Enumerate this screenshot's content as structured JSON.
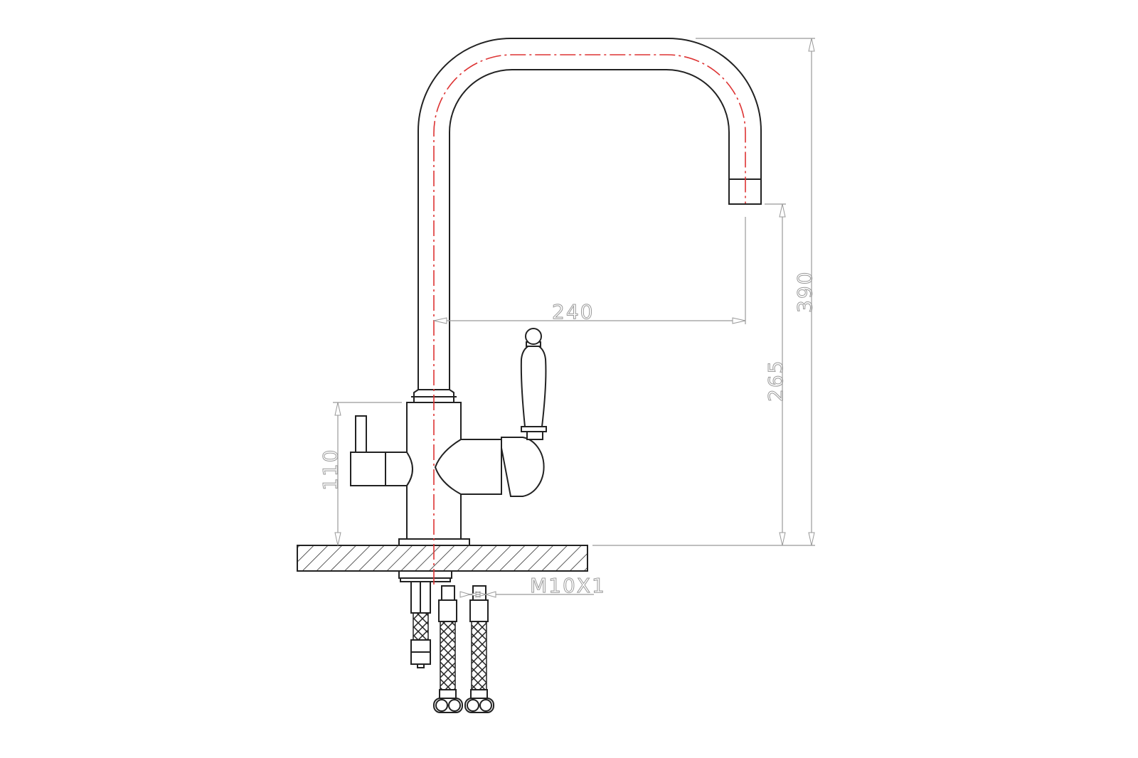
{
  "dimensions": {
    "total_height": "390",
    "spout_height": "265",
    "spout_reach": "240",
    "body_height": "110",
    "thread": "M10X1"
  },
  "colors": {
    "outline": "#222222",
    "centerline": "#dd3333",
    "dimension": "#999999"
  }
}
